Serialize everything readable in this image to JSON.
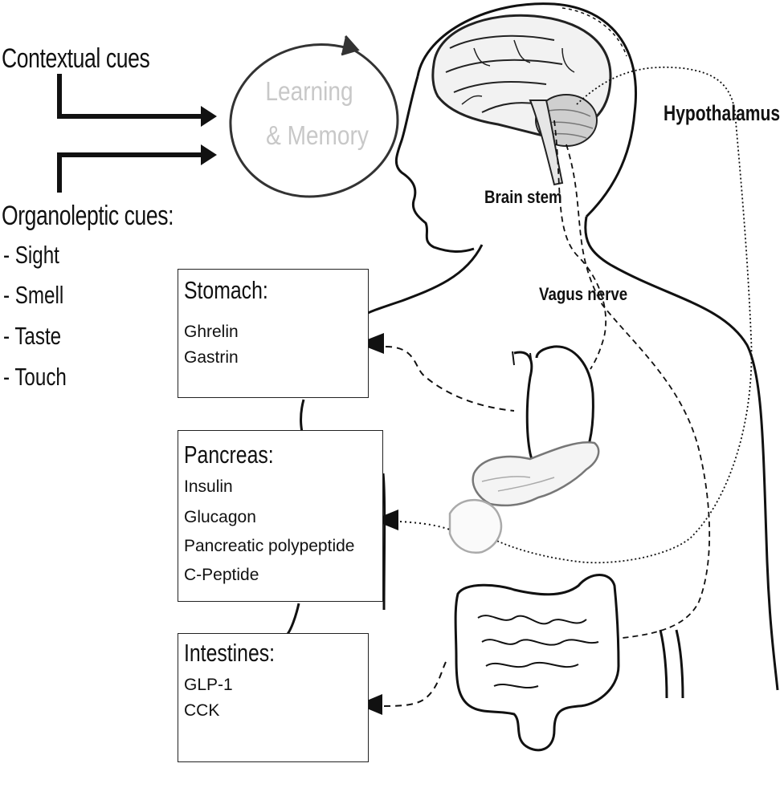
{
  "cues": {
    "contextual": "Contextual cues",
    "organoleptic_title": "Organoleptic cues:",
    "organoleptic_items": [
      "- Sight",
      "- Smell",
      "- Taste",
      "- Touch"
    ]
  },
  "learning_memory": {
    "line1": "Learning",
    "line2": "& Memory"
  },
  "labels": {
    "hypothalamus": "Hypothalamus",
    "brain_stem": "Brain stem",
    "vagus_nerve": "Vagus nerve"
  },
  "boxes": {
    "stomach": {
      "title": "Stomach:",
      "hormones": [
        "Ghrelin",
        "Gastrin"
      ]
    },
    "pancreas": {
      "title": "Pancreas:",
      "hormones": [
        "Insulin",
        "Glucagon",
        "Pancreatic polypeptide",
        "C-Peptide"
      ]
    },
    "intestines": {
      "title": "Intestines:",
      "hormones": [
        "GLP-1",
        "CCK"
      ]
    }
  },
  "colors": {
    "ink": "#111111",
    "muted_text": "#c8c8c8",
    "organ_grey": "#888888"
  }
}
